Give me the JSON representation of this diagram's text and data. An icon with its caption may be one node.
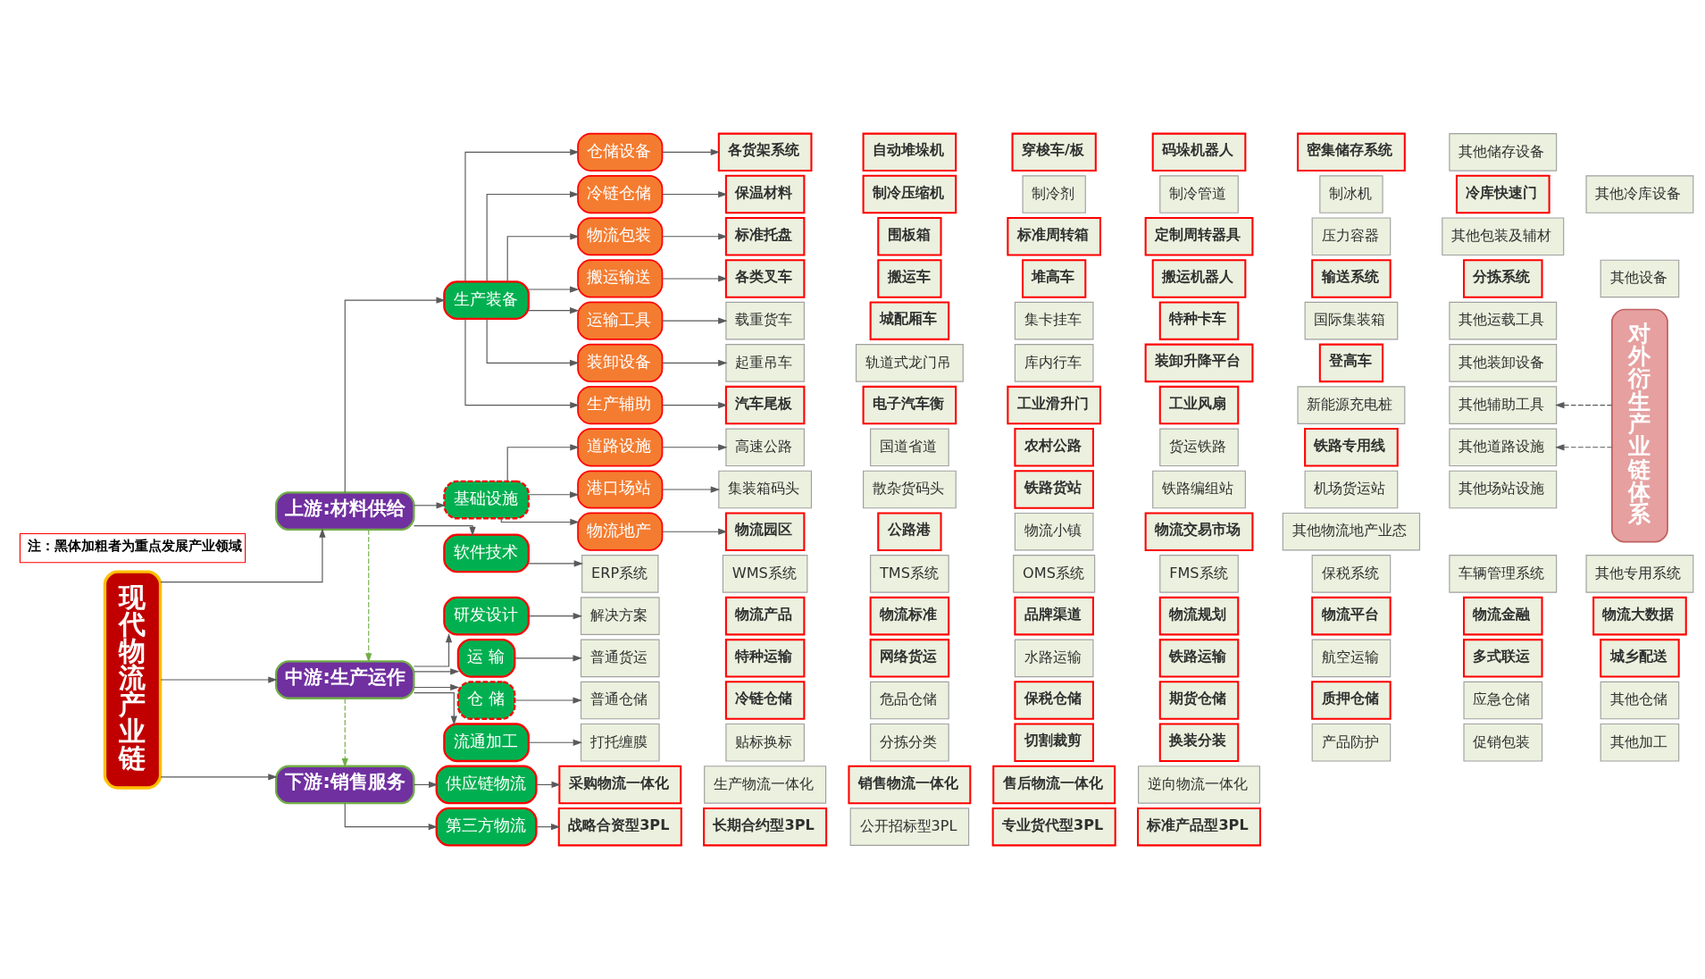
{
  "diagram": {
    "nodes": [
      {
        "text": [
          "现代物流产业链"
        ]
      },
      {
        "text": [
          "上游:材料供给"
        ]
      },
      {
        "text": [
          "中游:生产运作"
        ]
      },
      {
        "text": [
          "下游:销售服务"
        ]
      },
      {
        "text": [
          "基础设施"
        ]
      },
      {
        "text": [
          "生产装备"
        ]
      },
      {
        "text": [
          "软件技术"
        ]
      },
      {
        "text": [
          "运 输"
        ]
      },
      {
        "text": [
          "仓 储"
        ]
      },
      {
        "text": [
          "流通加工"
        ]
      },
      {
        "text": [
          "研发设计"
        ]
      },
      {
        "text": [
          "第三方物流"
        ]
      },
      {
        "text": [
          "供应链物流"
        ]
      },
      {
        "text": [
          "道路设施"
        ]
      },
      {
        "text": [
          "港口场站"
        ]
      },
      {
        "text": [
          "物流地产"
        ]
      },
      {
        "text": [
          "运输工具"
        ]
      },
      {
        "text": [
          "搬运输送"
        ]
      },
      {
        "text": [
          "装卸设备"
        ]
      },
      {
        "text": [
          "仓储设备"
        ]
      },
      {
        "text": [
          "冷链仓储"
        ]
      },
      {
        "text": [
          "物流包装"
        ]
      },
      {
        "text": [
          "生产辅助"
        ]
      },
      {
        "text": [
          "对外衍生产业链体系"
        ]
      },
      {
        "text": [
          "高速公路"
        ]
      },
      {
        "text": [
          "国道省道"
        ]
      },
      {
        "text": [
          "农村公路"
        ]
      },
      {
        "text": [
          "货运铁路"
        ]
      },
      {
        "text": [
          "铁路专用线"
        ]
      },
      {
        "text": [
          "其他道路设施"
        ]
      },
      {
        "text": [
          "集装箱码头"
        ]
      },
      {
        "text": [
          "散杂货码头"
        ]
      },
      {
        "text": [
          "铁路货站"
        ]
      },
      {
        "text": [
          "铁路编组站"
        ]
      },
      {
        "text": [
          "机场货运站"
        ]
      },
      {
        "text": [
          "其他场站设施"
        ]
      },
      {
        "text": [
          "物流园区"
        ]
      },
      {
        "text": [
          "公路港"
        ]
      },
      {
        "text": [
          "物流小镇"
        ]
      },
      {
        "text": [
          "物流交易市场"
        ]
      },
      {
        "text": [
          "其他物流地产业态"
        ]
      },
      {
        "text": [
          "载重货车"
        ]
      },
      {
        "text": [
          "城配厢车"
        ]
      },
      {
        "text": [
          "集卡挂车"
        ]
      },
      {
        "text": [
          "特种卡车"
        ]
      },
      {
        "text": [
          "国际集装箱"
        ]
      },
      {
        "text": [
          "其他运载工具"
        ]
      },
      {
        "text": [
          "各类叉车"
        ]
      },
      {
        "text": [
          "搬运车"
        ]
      },
      {
        "text": [
          "堆高车"
        ]
      },
      {
        "text": [
          "搬运机器人"
        ]
      },
      {
        "text": [
          "输送系统"
        ]
      },
      {
        "text": [
          "分拣系统"
        ]
      },
      {
        "text": [
          "其他设备"
        ]
      },
      {
        "text": [
          "起重吊车"
        ]
      },
      {
        "text": [
          "轨道式龙门吊"
        ]
      },
      {
        "text": [
          "库内行车"
        ]
      },
      {
        "text": [
          "装卸升降平台"
        ]
      },
      {
        "text": [
          "登高车"
        ]
      },
      {
        "text": [
          "其他装卸设备"
        ]
      },
      {
        "text": [
          "各货架系统"
        ]
      },
      {
        "text": [
          "自动堆垛机"
        ]
      },
      {
        "text": [
          "穿梭车/板"
        ]
      },
      {
        "text": [
          "码垛机器人"
        ]
      },
      {
        "text": [
          "密集储存系统"
        ]
      },
      {
        "text": [
          "其他储存设备"
        ]
      },
      {
        "text": [
          "保温材料"
        ]
      },
      {
        "text": [
          "制冷压缩机"
        ]
      },
      {
        "text": [
          "制冷剂"
        ]
      },
      {
        "text": [
          "制冷管道"
        ]
      },
      {
        "text": [
          "制冰机"
        ]
      },
      {
        "text": [
          "冷库快速门"
        ]
      },
      {
        "text": [
          "其他冷库设备"
        ]
      },
      {
        "text": [
          "标准托盘"
        ]
      },
      {
        "text": [
          "围板箱"
        ]
      },
      {
        "text": [
          "标准周转箱"
        ]
      },
      {
        "text": [
          "定制周转器具"
        ]
      },
      {
        "text": [
          "压力容器"
        ]
      },
      {
        "text": [
          "其他包装及辅材"
        ]
      },
      {
        "text": [
          "汽车尾板"
        ]
      },
      {
        "text": [
          "电子汽车衡"
        ]
      },
      {
        "text": [
          "工业滑升门"
        ]
      },
      {
        "text": [
          "工业风扇"
        ]
      },
      {
        "text": [
          "新能源充电桩"
        ]
      },
      {
        "text": [
          "其他辅助工具"
        ]
      },
      {
        "text": [
          "ERP系统"
        ]
      },
      {
        "text": [
          "WMS系统"
        ]
      },
      {
        "text": [
          "TMS系统"
        ]
      },
      {
        "text": [
          "OMS系统"
        ]
      },
      {
        "text": [
          "FMS系统"
        ]
      },
      {
        "text": [
          "保税系统"
        ]
      },
      {
        "text": [
          "车辆管理系统"
        ]
      },
      {
        "text": [
          "其他专用系统"
        ]
      },
      {
        "text": [
          "普通货运"
        ]
      },
      {
        "text": [
          "特种运输"
        ]
      },
      {
        "text": [
          "网络货运"
        ]
      },
      {
        "text": [
          "水路运输"
        ]
      },
      {
        "text": [
          "铁路运输"
        ]
      },
      {
        "text": [
          "航空运输"
        ]
      },
      {
        "text": [
          "多式联运"
        ]
      },
      {
        "text": [
          "城乡配送"
        ]
      },
      {
        "text": [
          "普通仓储"
        ]
      },
      {
        "text": [
          "冷链仓储"
        ]
      },
      {
        "text": [
          "危品仓储"
        ]
      },
      {
        "text": [
          "保税仓储"
        ]
      },
      {
        "text": [
          "期货仓储"
        ]
      },
      {
        "text": [
          "质押仓储"
        ]
      },
      {
        "text": [
          "应急仓储"
        ]
      },
      {
        "text": [
          "其他仓储"
        ]
      },
      {
        "text": [
          "打托缠膜"
        ]
      },
      {
        "text": [
          "贴标换标"
        ]
      },
      {
        "text": [
          "分拣分类"
        ]
      },
      {
        "text": [
          "切割裁剪"
        ]
      },
      {
        "text": [
          "换装分装"
        ]
      },
      {
        "text": [
          "产品防护"
        ]
      },
      {
        "text": [
          "促销包装"
        ]
      },
      {
        "text": [
          "其他加工"
        ]
      },
      {
        "text": [
          "解决方案"
        ]
      },
      {
        "text": [
          "物流产品"
        ]
      },
      {
        "text": [
          "物流标准"
        ]
      },
      {
        "text": [
          "品牌渠道"
        ]
      },
      {
        "text": [
          "物流规划"
        ]
      },
      {
        "text": [
          "物流平台"
        ]
      },
      {
        "text": [
          "物流金融"
        ]
      },
      {
        "text": [
          "物流大数据"
        ]
      },
      {
        "text": [
          "战略合资型3PL"
        ]
      },
      {
        "text": [
          "长期合约型3PL"
        ]
      },
      {
        "text": [
          "公开招标型3PL"
        ]
      },
      {
        "text": [
          "专业货代型3PL"
        ]
      },
      {
        "text": [
          "标准产品型3PL"
        ]
      },
      {
        "text": [
          "采购物流一体化"
        ]
      },
      {
        "text": [
          "生产物流一体化"
        ]
      },
      {
        "text": [
          "销售物流一体化"
        ]
      },
      {
        "text": [
          "售后物流一体化"
        ]
      },
      {
        "text": [
          "逆向物流一体化"
        ]
      }
    ],
    "edges": [
      {
        "from": 0,
        "to": 1,
        "arrow": "to"
      },
      {
        "from": 0,
        "to": 2,
        "arrow": "to"
      },
      {
        "from": 0,
        "to": 3,
        "arrow": "to"
      },
      {
        "from": 1,
        "to": 2,
        "arrow": "to",
        "style": "dashed",
        "color": "#70ad47"
      },
      {
        "from": 2,
        "to": 3,
        "arrow": "to",
        "style": "dashed",
        "color": "#70ad47"
      },
      {
        "from": 1,
        "to": 4,
        "arrow": "to"
      },
      {
        "from": 1,
        "to": 5,
        "arrow": "to"
      },
      {
        "from": 1,
        "to": 6,
        "arrow": "to"
      },
      {
        "from": 2,
        "to": 7,
        "arrow": "to"
      },
      {
        "from": 2,
        "to": 8,
        "arrow": "to"
      },
      {
        "from": 2,
        "to": 9,
        "arrow": "to"
      },
      {
        "from": 2,
        "to": 10,
        "arrow": "to"
      },
      {
        "from": 3,
        "to": 11,
        "arrow": "to"
      },
      {
        "from": 3,
        "to": 12,
        "arrow": "to"
      },
      {
        "from": 4,
        "to": 13,
        "arrow": "to"
      },
      {
        "from": 4,
        "to": 14,
        "arrow": "to"
      },
      {
        "from": 4,
        "to": 15,
        "arrow": "to"
      },
      {
        "from": 5,
        "to": 16,
        "arrow": "to"
      },
      {
        "from": 5,
        "to": 17,
        "arrow": "to"
      },
      {
        "from": 5,
        "to": 18,
        "arrow": "to"
      },
      {
        "from": 5,
        "to": 19,
        "arrow": "to"
      },
      {
        "from": 5,
        "to": 20,
        "arrow": "to"
      },
      {
        "from": 5,
        "to": 21,
        "arrow": "to"
      },
      {
        "from": 5,
        "to": 22,
        "arrow": "to"
      },
      {
        "from": 13,
        "to": 24,
        "arrow": "to"
      },
      {
        "from": 14,
        "to": 30,
        "arrow": "to"
      },
      {
        "from": 15,
        "to": 36,
        "arrow": "to"
      },
      {
        "from": 16,
        "to": 41,
        "arrow": "to"
      },
      {
        "from": 17,
        "to": 47,
        "arrow": "to"
      },
      {
        "from": 18,
        "to": 54,
        "arrow": "to"
      },
      {
        "from": 19,
        "to": 60,
        "arrow": "to"
      },
      {
        "from": 20,
        "to": 66,
        "arrow": "to"
      },
      {
        "from": 21,
        "to": 73,
        "arrow": "to"
      },
      {
        "from": 22,
        "to": 79,
        "arrow": "to"
      },
      {
        "from": 6,
        "to": 85,
        "arrow": "to"
      },
      {
        "from": 7,
        "to": 93,
        "arrow": "to"
      },
      {
        "from": 8,
        "to": 101,
        "arrow": "to"
      },
      {
        "from": 9,
        "to": 109,
        "arrow": "to"
      },
      {
        "from": 10,
        "to": 117,
        "arrow": "to"
      },
      {
        "from": 11,
        "to": 125,
        "arrow": "to"
      },
      {
        "from": 12,
        "to": 130,
        "arrow": "to"
      },
      {
        "from": 23,
        "to": 29,
        "arrow": "to",
        "style": "dashed"
      },
      {
        "from": 23,
        "to": 84,
        "arrow": "to",
        "style": "dashed"
      }
    ],
    "labels": [
      "注：黑体加粗者为重点发展产业领域"
    ]
  }
}
